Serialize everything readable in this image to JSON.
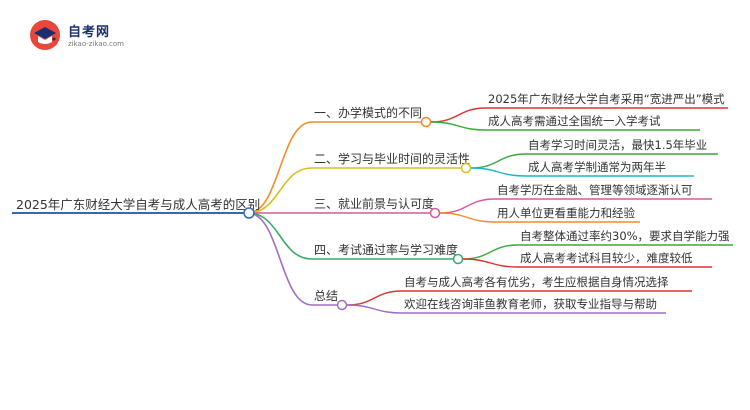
{
  "logo": {
    "name": "自考网",
    "url": "zikao-zikao.com"
  },
  "colors": {
    "root": "#2f6bb6",
    "b1": "#f28c28",
    "b2": "#d4c21e",
    "b3": "#d8589c",
    "b4": "#3aaa6c",
    "b5": "#a06dc4",
    "red": "#e0322f",
    "green": "#3aaa3a",
    "teal": "#1bb8c8"
  },
  "mindmap": {
    "root": "2025年广东财经大学自考与成人高考的区别",
    "branches": [
      {
        "label": "一、办学模式的不同",
        "children": [
          "2025年广东财经大学自考采用“宽进严出”模式",
          "成人高考需通过全国统一入学考试"
        ]
      },
      {
        "label": "二、学习与毕业时间的灵活性",
        "children": [
          "自考学习时间灵活，最快1.5年毕业",
          "成人高考学制通常为两年半"
        ]
      },
      {
        "label": "三、就业前景与认可度",
        "children": [
          "自考学历在金融、管理等领域逐渐认可",
          "用人单位更看重能力和经验"
        ]
      },
      {
        "label": "四、考试通过率与学习难度",
        "children": [
          "自考整体通过率约30%，要求自学能力强",
          "成人高考考试科目较少，难度较低"
        ]
      },
      {
        "label": "总结",
        "children": [
          "自考与成人高考各有优劣，考生应根据自身情况选择",
          "欢迎在线咨询菲鱼教育老师，获取专业指导与帮助"
        ]
      }
    ]
  }
}
